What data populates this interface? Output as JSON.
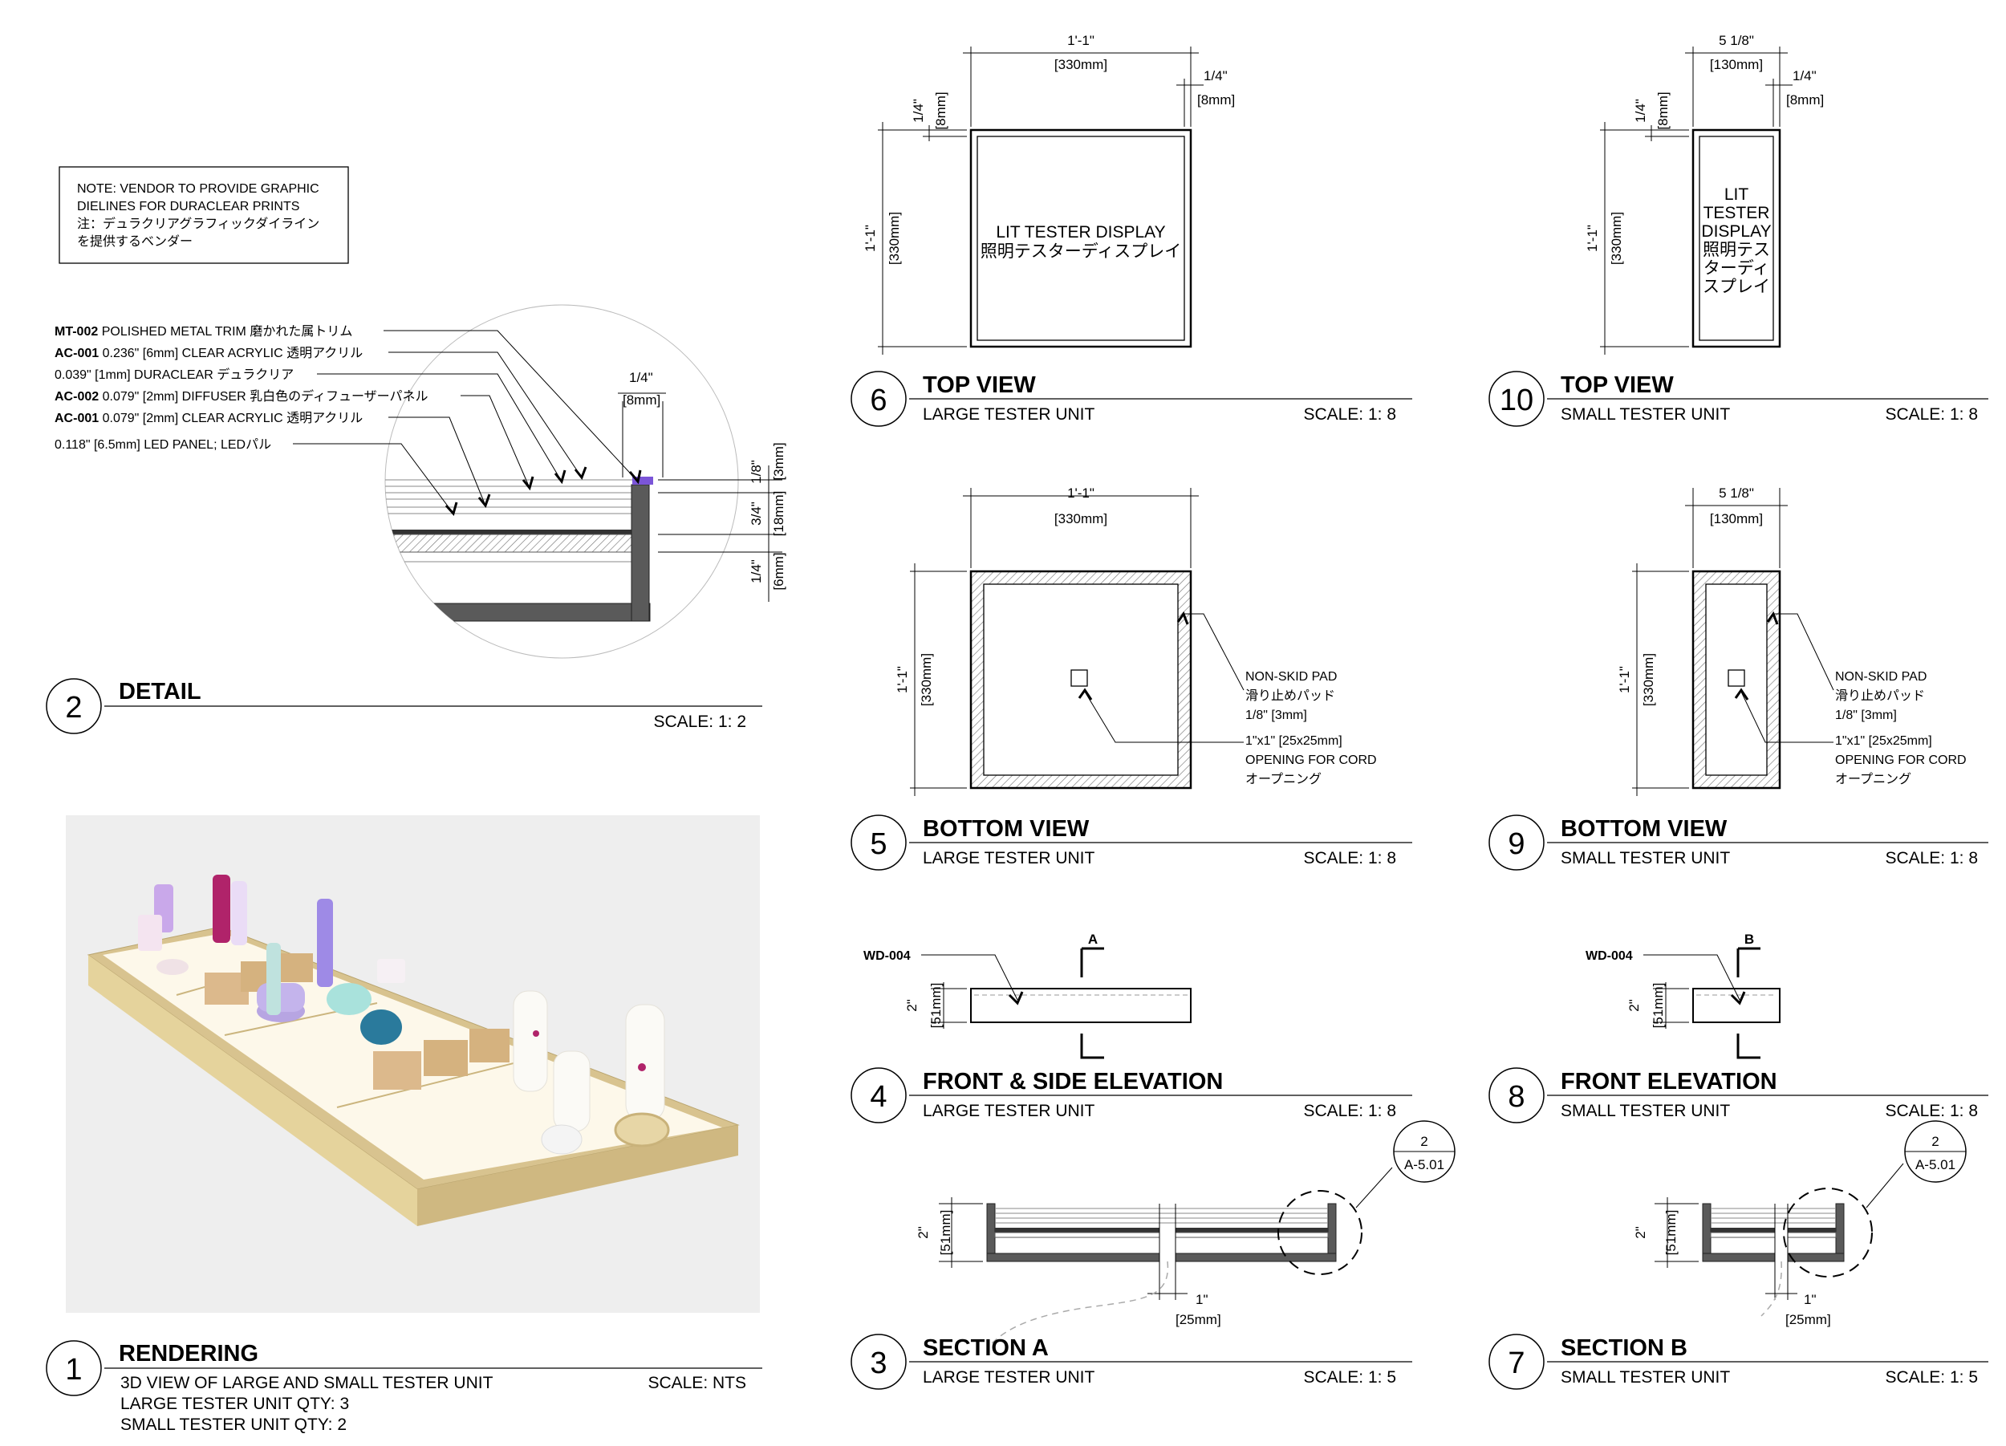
{
  "note": {
    "en1": "NOTE: VENDOR TO PROVIDE GRAPHIC",
    "en2": "DIELINES FOR DURACLEAR PRINTS",
    "jp1": "注：デュラクリアグラフィックダイライン",
    "jp2": "を提供するベンダー"
  },
  "detail_callouts": [
    {
      "code": "MT-002",
      "text": "POLISHED METAL TRIM 磨かれた属トリム"
    },
    {
      "code": "AC-001",
      "text": "0.236\" [6mm] CLEAR ACRYLIC 透明アクリル"
    },
    {
      "code": "",
      "text": "0.039\" [1mm] DURACLEAR デュラクリア"
    },
    {
      "code": "AC-002",
      "text": "0.079\" [2mm] DIFFUSER 乳白色のディフューザーパネル"
    },
    {
      "code": "AC-001",
      "text": "0.079\" [2mm] CLEAR ACRYLIC 透明アクリル"
    },
    {
      "code": "",
      "text": "0.118\" [6.5mm] LED PANEL; LEDパル"
    }
  ],
  "detail_dims": {
    "top_in": "1/4\"",
    "top_mm": "[8mm]",
    "r1_in": "1/8\"",
    "r1_mm": "[3mm]",
    "r2_in": "3/4\"",
    "r2_mm": "[18mm]",
    "r3_in": "1/4\"",
    "r3_mm": "[6mm]"
  },
  "views": {
    "v1": {
      "num": "1",
      "title": "RENDERING",
      "sub": "3D VIEW OF LARGE AND SMALL TESTER UNIT",
      "scale": "SCALE: NTS",
      "extra1": "LARGE TESTER UNIT QTY: 3",
      "extra2": "SMALL TESTER UNIT QTY: 2"
    },
    "v2": {
      "num": "2",
      "title": "DETAIL",
      "scale": "SCALE: 1: 2"
    },
    "v3": {
      "num": "3",
      "title": "SECTION A",
      "sub": "LARGE TESTER UNIT",
      "scale": "SCALE: 1: 5"
    },
    "v4": {
      "num": "4",
      "title": "FRONT & SIDE ELEVATION",
      "sub": "LARGE TESTER UNIT",
      "scale": "SCALE: 1: 8"
    },
    "v5": {
      "num": "5",
      "title": "BOTTOM VIEW",
      "sub": "LARGE TESTER UNIT",
      "scale": "SCALE: 1: 8"
    },
    "v6": {
      "num": "6",
      "title": "TOP VIEW",
      "sub": "LARGE TESTER UNIT",
      "scale": "SCALE: 1: 8"
    },
    "v7": {
      "num": "7",
      "title": "SECTION B",
      "sub": "SMALL TESTER UNIT",
      "scale": "SCALE: 1: 5"
    },
    "v8": {
      "num": "8",
      "title": "FRONT ELEVATION",
      "sub": "SMALL TESTER UNIT",
      "scale": "SCALE: 1: 8"
    },
    "v9": {
      "num": "9",
      "title": "BOTTOM VIEW",
      "sub": "SMALL TESTER UNIT",
      "scale": "SCALE: 1: 8"
    },
    "v10": {
      "num": "10",
      "title": "TOP VIEW",
      "sub": "SMALL TESTER UNIT",
      "scale": "SCALE: 1: 8"
    }
  },
  "dims": {
    "large_width_in": "1'-1\"",
    "large_width_mm": "[330mm]",
    "small_width_in": "5 1/8\"",
    "small_width_mm": "[130mm]",
    "depth_in": "1'-1\"",
    "depth_mm": "[330mm]",
    "border_in": "1/4\"",
    "border_mm": "[8mm]",
    "height_in": "2\"",
    "height_mm": "[51mm]",
    "opening_in": "1\"",
    "opening_mm": "[25mm]"
  },
  "top_large_label": {
    "en": "LIT TESTER DISPLAY",
    "jp": "照明テスターディスプレイ"
  },
  "top_small_label": [
    "LIT",
    "TESTER",
    "DISPLAY",
    "照明テス",
    "ターディ",
    "スプレイ"
  ],
  "bottom_callouts": {
    "pad1": "NON-SKID PAD",
    "pad2": "滑り止めパッド",
    "pad3": "1/8\" [3mm]",
    "cord1": "1\"x1\" [25x25mm]",
    "cord2": "OPENING FOR CORD",
    "cord3": "オープニング"
  },
  "elevation": {
    "material": "WD-004",
    "cut_a": "A",
    "cut_b": "B"
  },
  "detail_ref": {
    "num": "2",
    "sheet": "A-5.01"
  }
}
